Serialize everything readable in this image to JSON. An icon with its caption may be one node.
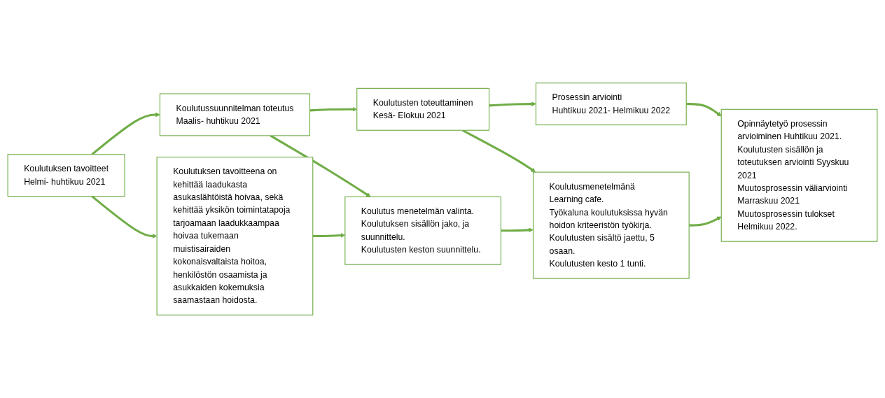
{
  "diagram": {
    "nodes": [
      {
        "text": [
          "Koulutuksen tavoitteet",
          "Helmi- huhtikuu 2021"
        ]
      },
      {
        "text": [
          "Koulutussuunnitelman toteutus",
          "Maalis- huhtikuu 2021"
        ]
      },
      {
        "text": [
          "Koulutusten toteuttaminen",
          "Kesä- Elokuu 2021"
        ]
      },
      {
        "text": [
          "Prosessin arviointi",
          "Huhtikuu 2021- Helmikuu 2022"
        ]
      },
      {
        "text": [
          "Koulutuksen tavoitteena on kehittää laadukasta asukaslähtöistä hoivaa, sekä kehittää yksikön toimintatapoja tarjoamaan laadukkaampaa hoivaa tukemaan muistisairaiden kokonaisvaltaista hoitoa, henkilöstön osaamista ja asukkaiden kokemuksia saamastaan hoidosta."
        ]
      },
      {
        "text": [
          "Koulutus menetelmän valinta.",
          "Koulutuksen sisällön jako, ja suunnittelu.",
          "Koulutusten keston suunnittelu."
        ]
      },
      {
        "text": [
          "Koulutusmenetelmänä Learning cafe.",
          "Työkaluna koulutuksissa hyvän hoidon kriteeristön työkirja.",
          "Koulutusten sisältö jaettu, 5 osaan.",
          "Koulutusten kesto 1 tunti."
        ]
      },
      {
        "text": [
          "Opinnäytetyö prosessin arvioiminen Huhtikuu 2021.",
          "Koulutusten sisällön ja toteutuksen arviointi Syyskuu 2021",
          "Muutosprosessin väliarviointi Marraskuu 2021",
          "Muutosprosessin tulokset Helmikuu 2022."
        ]
      }
    ],
    "edges": [
      {
        "from": 0,
        "to": 1,
        "arrow": "to"
      },
      {
        "from": 1,
        "to": 2,
        "arrow": "to"
      },
      {
        "from": 2,
        "to": 3,
        "arrow": "to"
      },
      {
        "from": 0,
        "to": 4,
        "arrow": "to"
      },
      {
        "from": 1,
        "to": 5,
        "arrow": "to"
      },
      {
        "from": 2,
        "to": 6,
        "arrow": "to"
      },
      {
        "from": 3,
        "to": 7,
        "arrow": "to"
      },
      {
        "from": 4,
        "to": 5,
        "arrow": "to"
      },
      {
        "from": 5,
        "to": 6,
        "arrow": "to"
      },
      {
        "from": 6,
        "to": 7,
        "arrow": "to"
      }
    ]
  }
}
